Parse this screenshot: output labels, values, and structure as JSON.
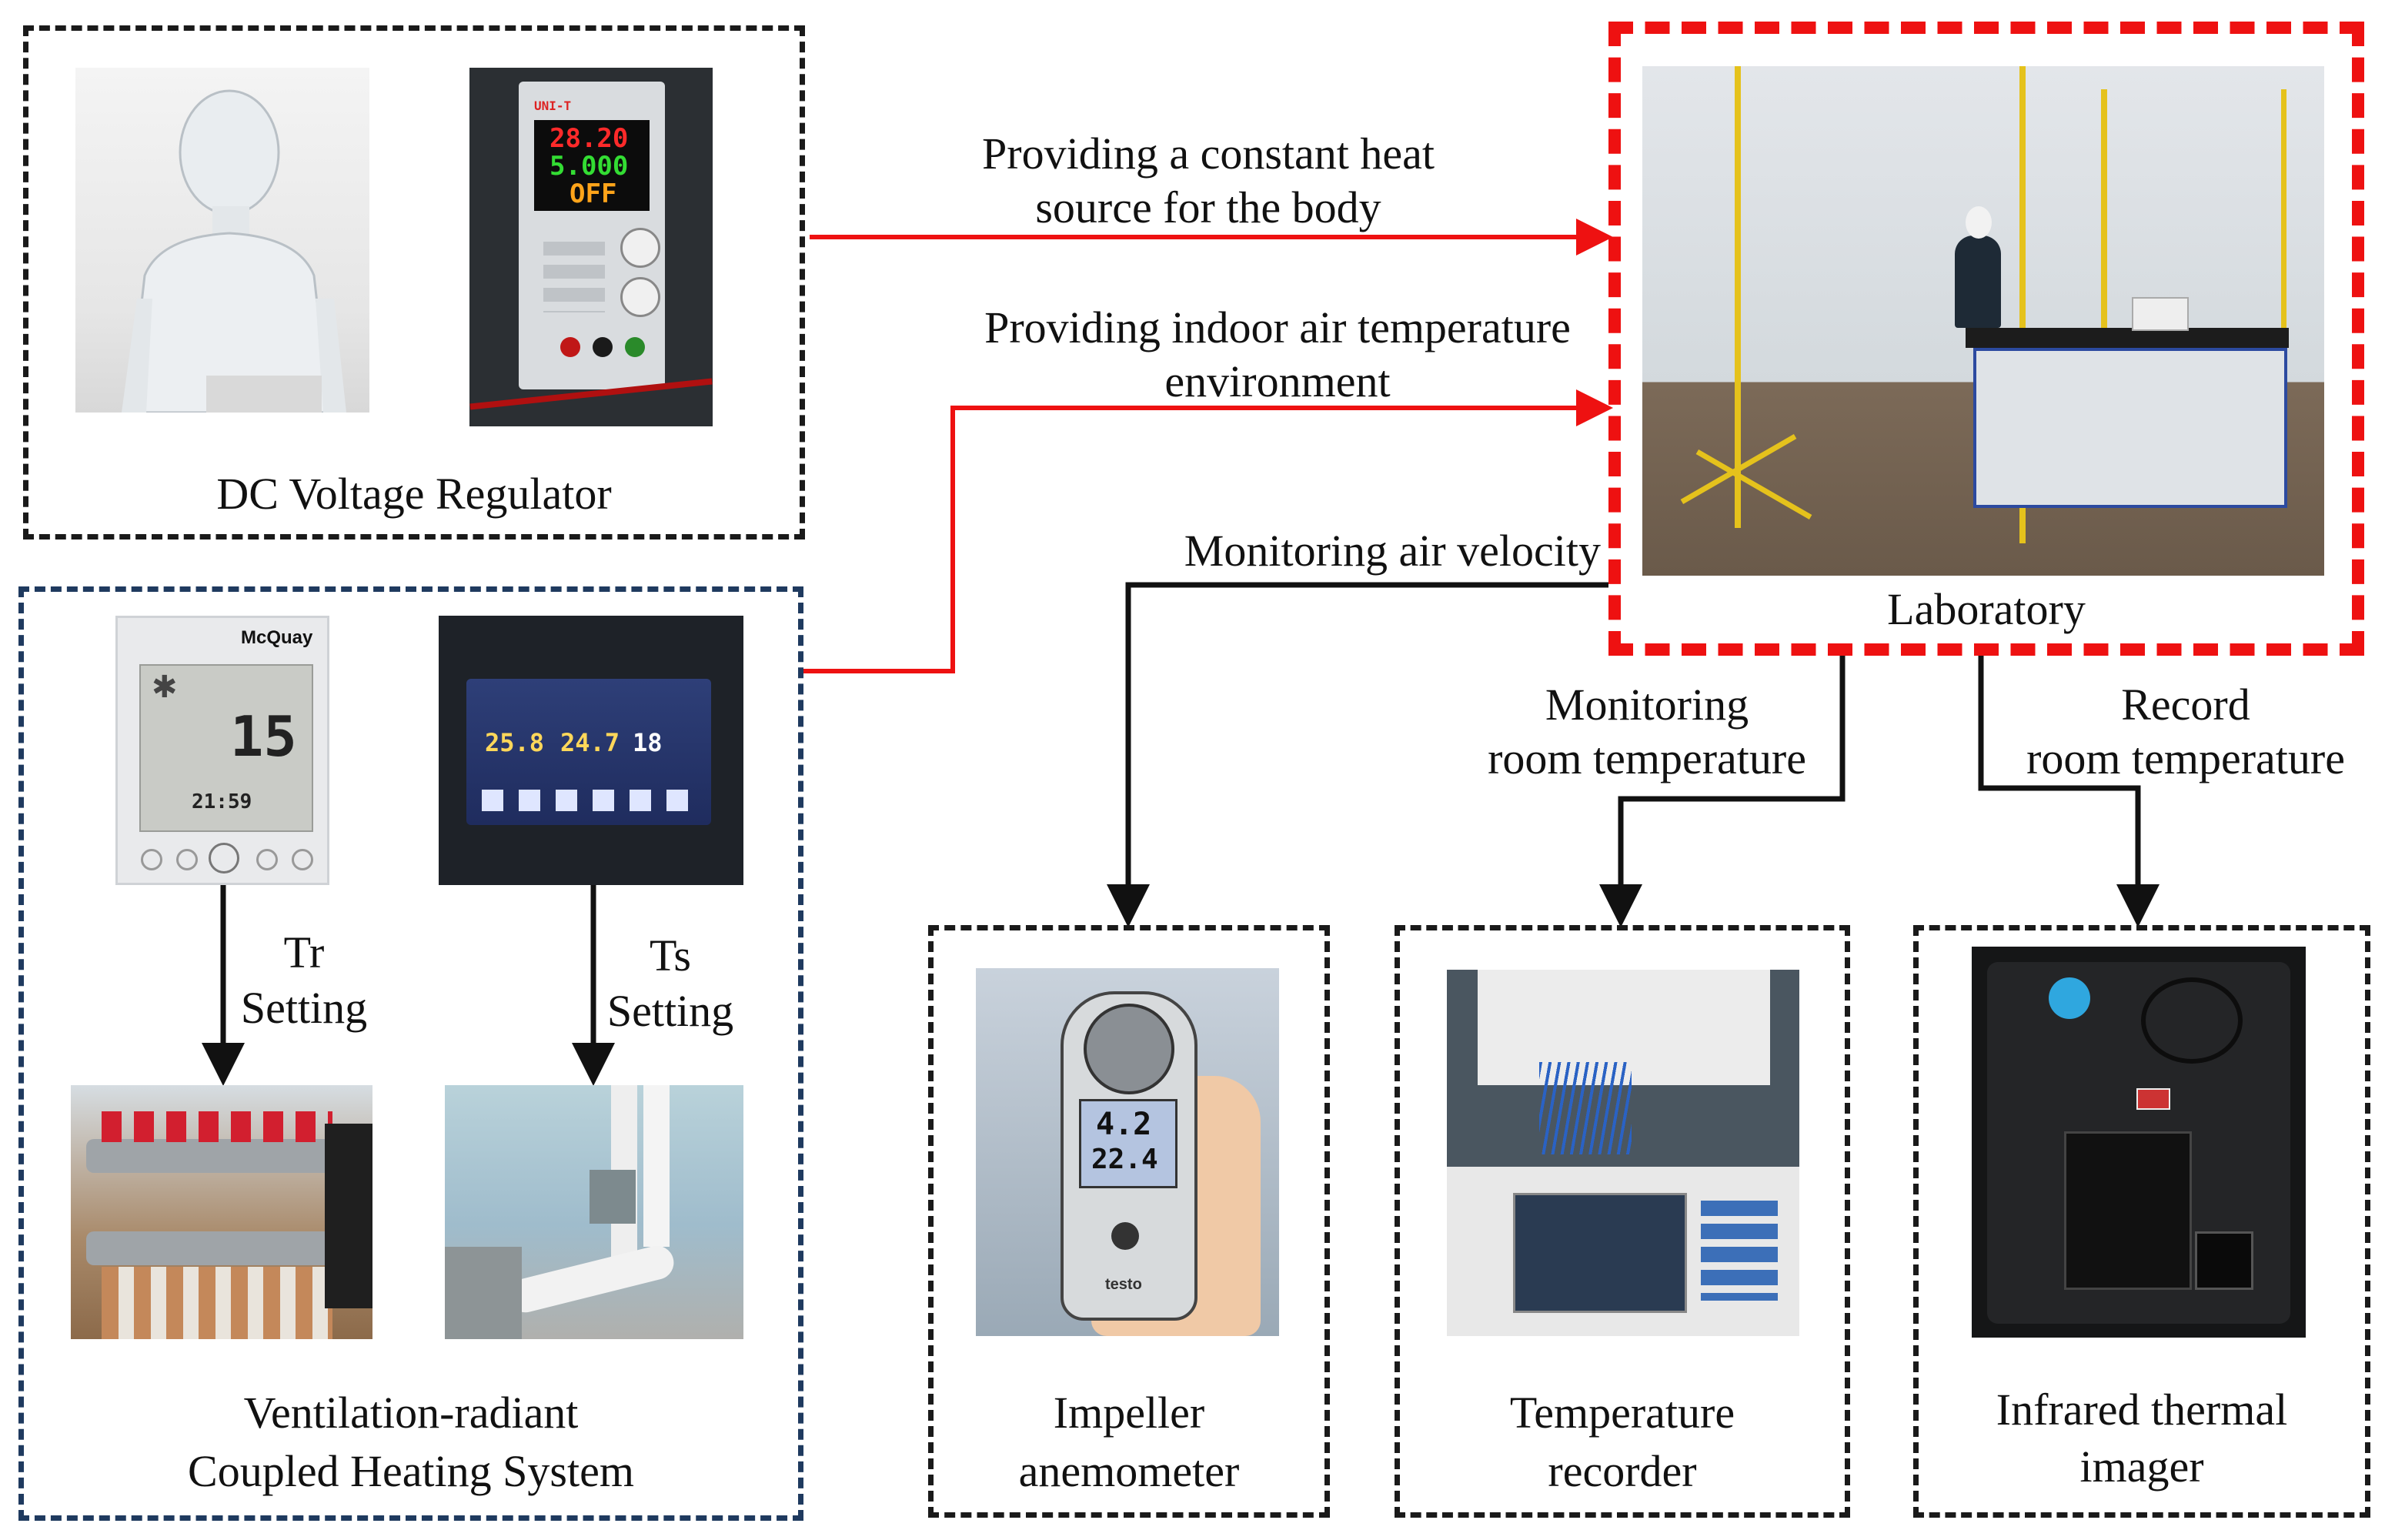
{
  "groups": {
    "dc_voltage_regulator": "DC Voltage Regulator",
    "heating_system_line1": "Ventilation-radiant",
    "heating_system_line2": "Coupled Heating System",
    "laboratory": "Laboratory",
    "anemometer_line1": "Impeller",
    "anemometer_line2": "anemometer",
    "recorder_line1": "Temperature",
    "recorder_line2": "recorder",
    "imager_line1": "Infrared thermal",
    "imager_line2": "imager"
  },
  "connections": {
    "heat_source_line1": "Providing a constant heat",
    "heat_source_line2": "source for the body",
    "indoor_air_line1": "Providing indoor air temperature",
    "indoor_air_line2": "environment",
    "air_velocity": "Monitoring air velocity",
    "monitor_temp_line1": "Monitoring",
    "monitor_temp_line2": "room temperature",
    "record_temp_line1": "Record",
    "record_temp_line2": "room temperature",
    "tr_line1": "Tr",
    "tr_line2": "Setting",
    "ts_line1": "Ts",
    "ts_line2": "Setting"
  },
  "devices": {
    "power_supply": {
      "brand": "UNI-T",
      "voltage": "28.20",
      "current": "5.000",
      "power": "OFF"
    },
    "thermostat": {
      "brand": "McQuay",
      "setpoint": "15",
      "clock": "21:59"
    },
    "control_panel": {
      "values": [
        "25.8",
        "24.7",
        "18"
      ]
    },
    "anemometer": {
      "reading_1": "4.2",
      "reading_2": "22.4",
      "brand": "testo"
    }
  },
  "colors": {
    "accent_red": "#ee1111",
    "arrow": "#111111",
    "frame_black": "#1a1a1a",
    "frame_navy": "#1f3a5f"
  }
}
